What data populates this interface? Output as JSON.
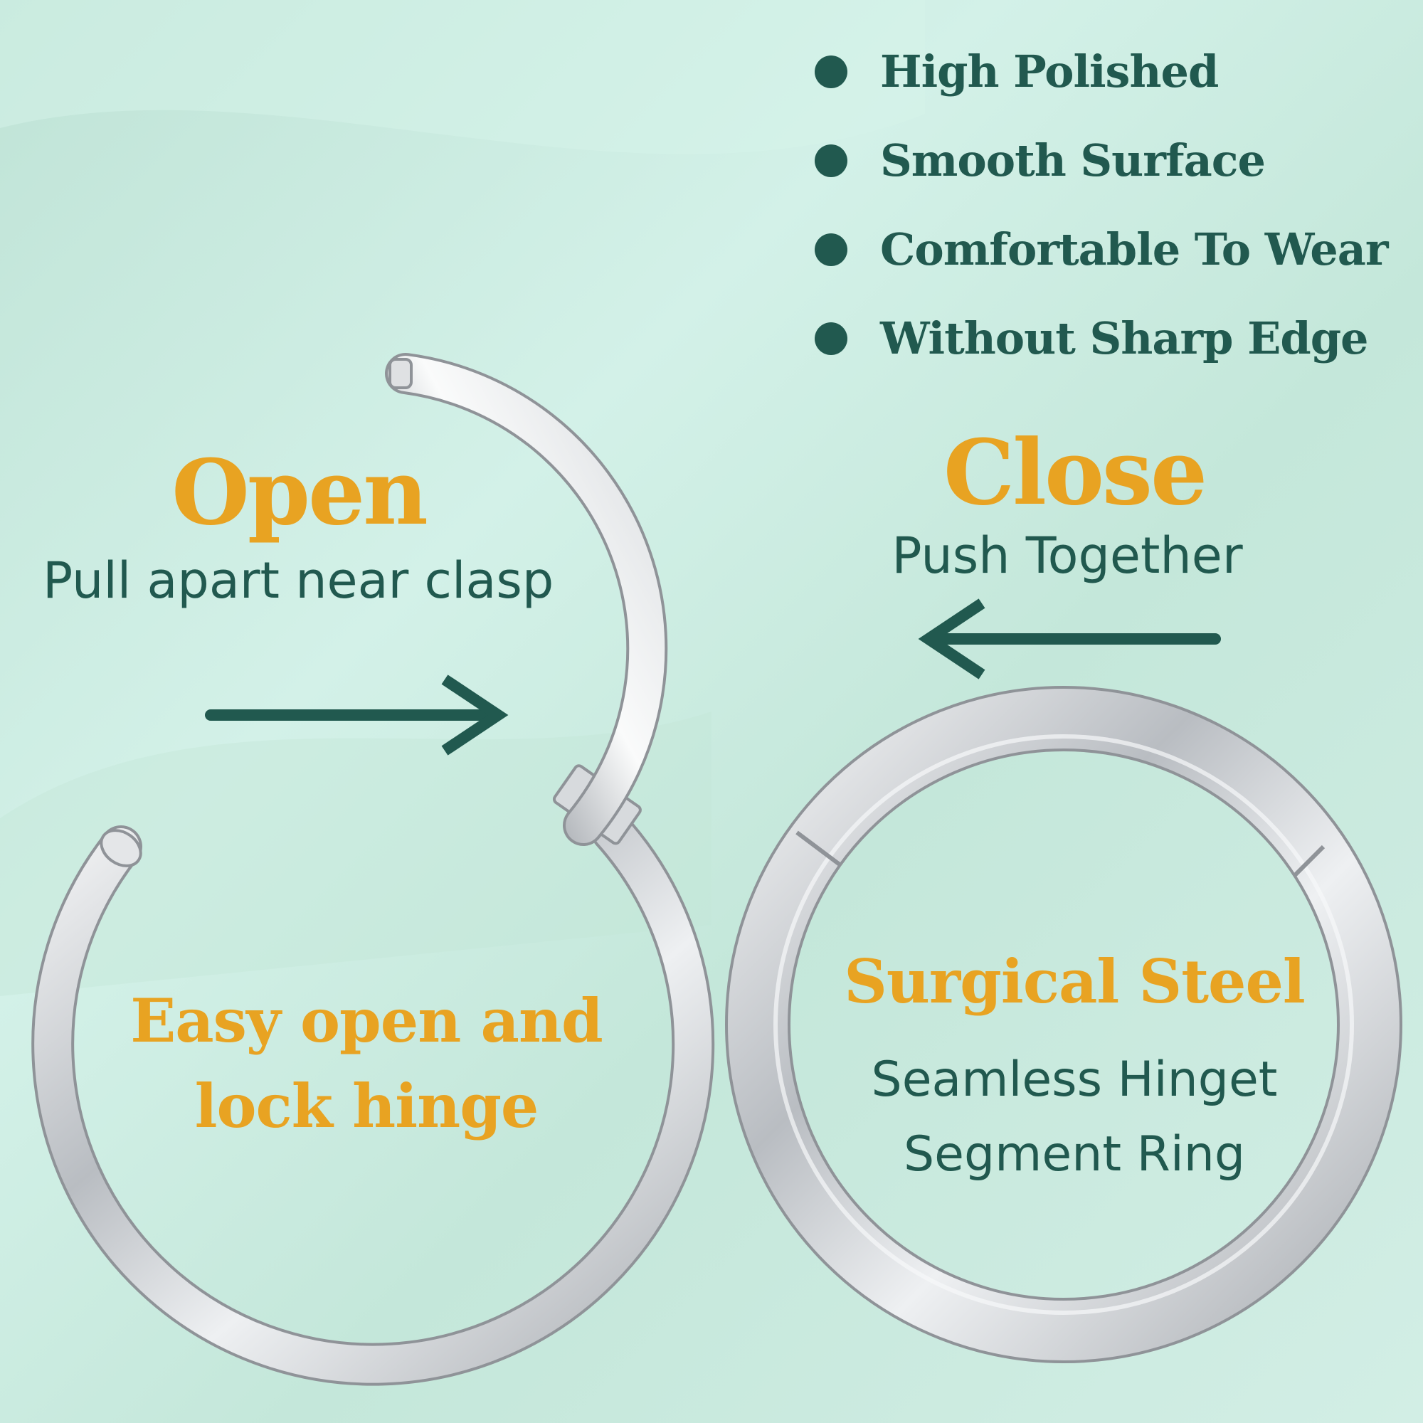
{
  "colors": {
    "background": "#cbebe0",
    "accent_dark_green": "#21594f",
    "accent_orange": "#e8a322",
    "metal_silver": "#c9ccd0"
  },
  "features": [
    {
      "label": "High Polished",
      "icon": "bullet-dot-icon"
    },
    {
      "label": "Smooth Surface",
      "icon": "bullet-dot-icon"
    },
    {
      "label": "Comfortable To Wear",
      "icon": "bullet-dot-icon"
    },
    {
      "label": "Without Sharp Edge",
      "icon": "bullet-dot-icon"
    }
  ],
  "open": {
    "title": "Open",
    "subtitle": "Pull apart near clasp",
    "arrow_icon": "arrow-right-icon"
  },
  "close": {
    "title": "Close",
    "subtitle": "Push Together",
    "arrow_icon": "arrow-left-icon"
  },
  "hinge": {
    "title": "Easy open and lock hinge"
  },
  "steel": {
    "title": "Surgical Steel",
    "subtitle": "Seamless Hinget Segment Ring"
  },
  "images": {
    "open_ring": "open-hinged-ring-image",
    "closed_ring": "closed-hinged-ring-image"
  }
}
